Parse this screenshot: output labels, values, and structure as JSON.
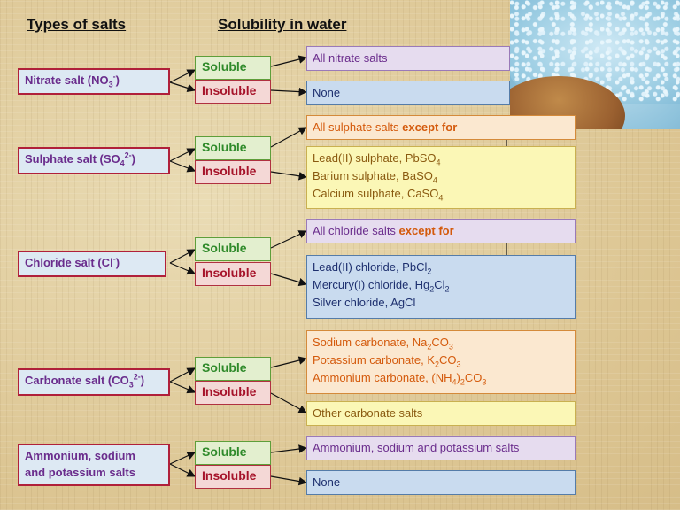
{
  "headings": {
    "types": "Types of salts",
    "solubility": "Solubility in water"
  },
  "labels": {
    "soluble": "Soluble",
    "insoluble": "Insoluble"
  },
  "nitrate": {
    "name": "Nitrate salt (NO",
    "sub": "3",
    "sup": "-",
    "close": ")",
    "soluble": "All nitrate salts",
    "insoluble": "None"
  },
  "sulphate": {
    "name": "Sulphate salt (SO",
    "sub": "4",
    "sup": "2-",
    "close": ")",
    "soluble_text": "All sulphate salts ",
    "soluble_except": "except for",
    "insoluble": [
      {
        "text": "Lead(II) sulphate, PbSO",
        "sub": "4"
      },
      {
        "text": "Barium sulphate, BaSO",
        "sub": "4"
      },
      {
        "text": "Calcium sulphate, CaSO",
        "sub": "4"
      }
    ]
  },
  "chloride": {
    "name": "Chloride salt (Cl",
    "sup": "-",
    "close": ")",
    "soluble_text": "All chloride salts ",
    "soluble_except": "except for",
    "insoluble": [
      {
        "a": "Lead(II) chloride, PbCl",
        "s1": "2",
        "b": "",
        "s2": "",
        "c": ""
      },
      {
        "a": "Mercury(I) chloride, Hg",
        "s1": "2",
        "b": "Cl",
        "s2": "2",
        "c": ""
      },
      {
        "a": "Silver chloride, AgCl",
        "s1": "",
        "b": "",
        "s2": "",
        "c": ""
      }
    ]
  },
  "carbonate": {
    "name": "Carbonate salt (CO",
    "sub": "3",
    "sup": "2-",
    "close": ")",
    "soluble": [
      {
        "a": "Sodium carbonate, Na",
        "s1": "2",
        "b": "CO",
        "s2": "3",
        "c": ""
      },
      {
        "a": "Potassium carbonate, K",
        "s1": "2",
        "b": "CO",
        "s2": "3",
        "c": ""
      },
      {
        "a": "Ammonium carbonate, (NH",
        "s1": "4",
        "b": ")",
        "s2": "2",
        "c": "CO",
        "s3": "3"
      }
    ],
    "insoluble": "Other carbonate salts"
  },
  "ammonium": {
    "name_line1": "Ammonium, sodium",
    "name_line2": "and potassium salts",
    "soluble": "Ammonium, sodium and potassium salts",
    "insoluble": "None"
  },
  "photo": {
    "subject": "blue salt crystals in wooden bowl"
  }
}
